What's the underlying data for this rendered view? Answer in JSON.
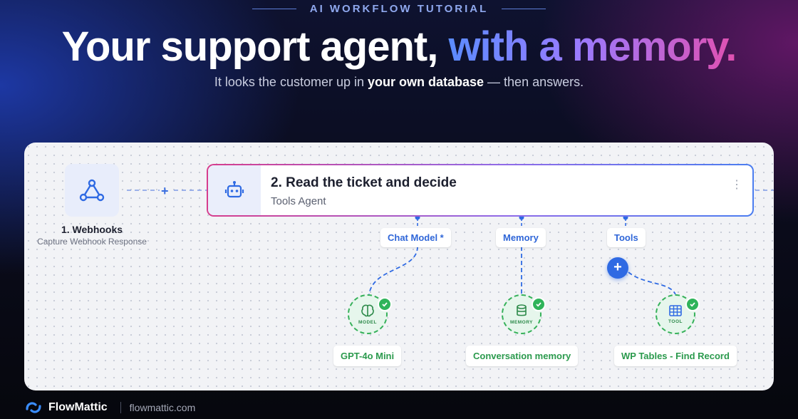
{
  "header": {
    "kicker": "AI WORKFLOW TUTORIAL",
    "headline_plain": "Your support agent, ",
    "headline_gradient": "with a memory.",
    "sub_before": "It looks the customer up in ",
    "sub_bold": "your own database",
    "sub_after": " — then answers."
  },
  "canvas": {
    "trigger": {
      "title": "1. Webhooks",
      "subtitle": "Capture Webhook Response",
      "icon": "webhook-icon"
    },
    "add_button": "+",
    "agent": {
      "title": "2. Read the ticket and decide",
      "subtitle": "Tools Agent",
      "icon": "robot-icon",
      "menu": "⋮"
    },
    "connectors": [
      {
        "label": "Chat Model *",
        "node_label": "MODEL",
        "tag": "GPT-4o Mini",
        "icon": "brain-icon"
      },
      {
        "label": "Memory",
        "node_label": "MEMORY",
        "tag": "Conversation memory",
        "icon": "database-icon"
      },
      {
        "label": "Tools",
        "node_label": "TOOL",
        "tag": "WP Tables - Find Record",
        "icon": "table-icon"
      }
    ],
    "tools_add": "+"
  },
  "footer": {
    "brand": "FlowMattic",
    "site": "flowmattic.com",
    "logo": "flowmattic-logo-icon"
  },
  "colors": {
    "accent_blue": "#2f6ae3",
    "success_green": "#2fb45a",
    "gradient_pink": "#d63d8d"
  }
}
